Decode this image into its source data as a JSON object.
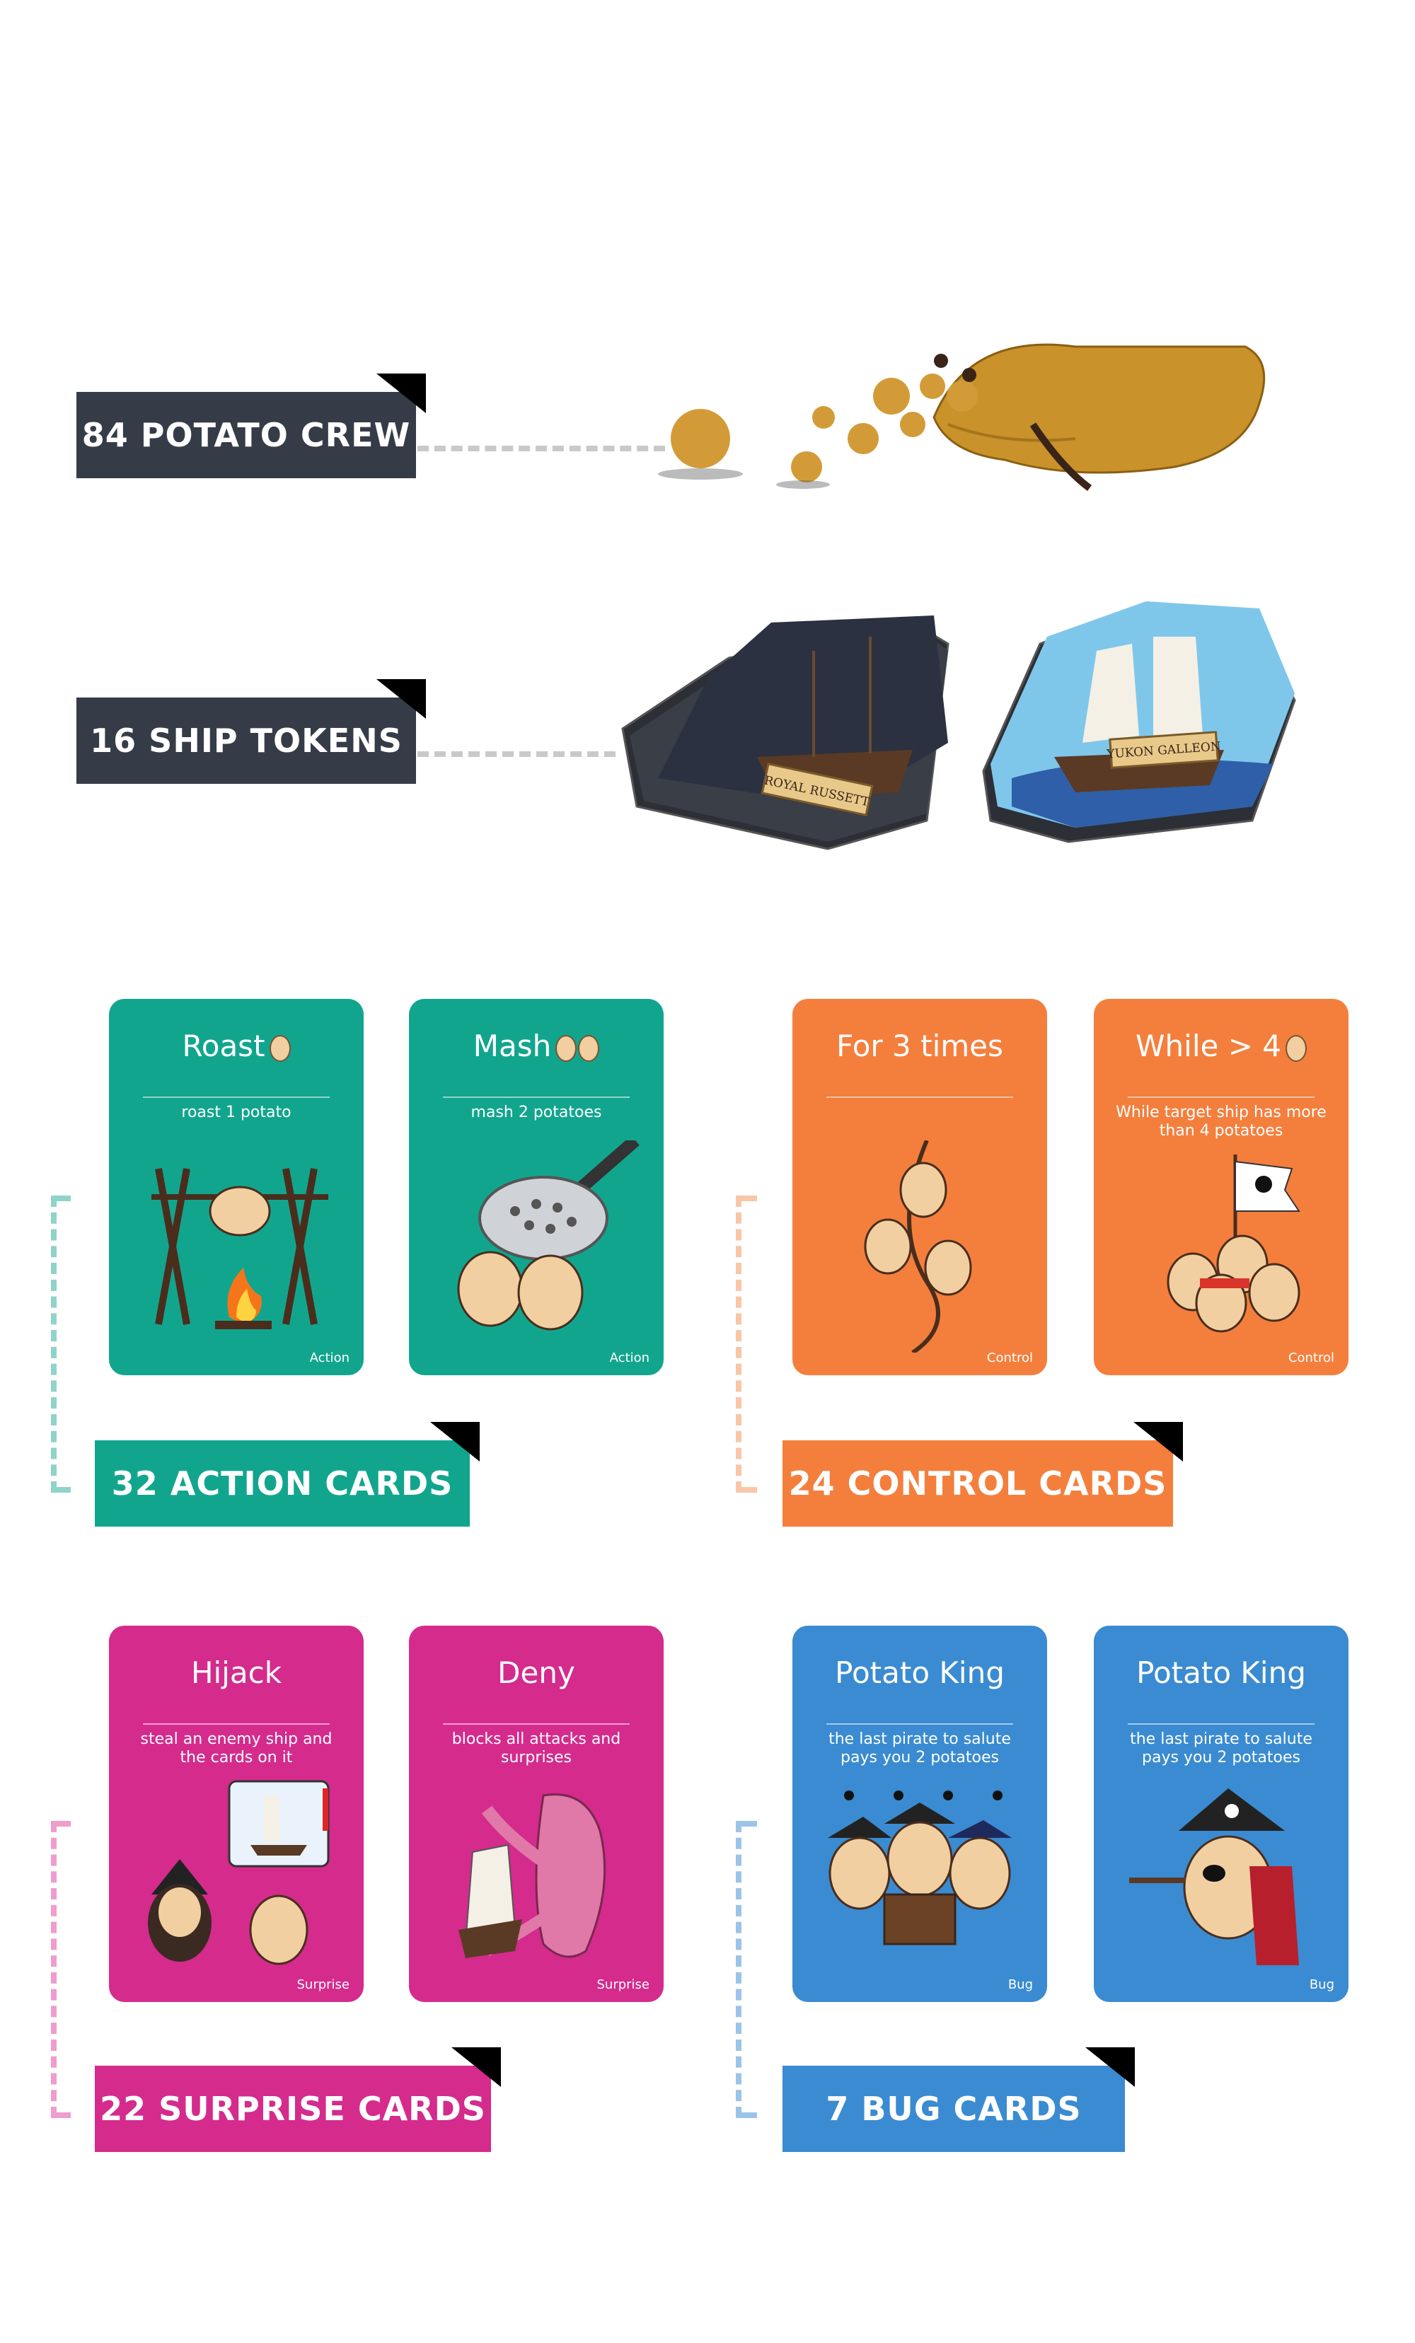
{
  "colors": {
    "dark": "#363c47",
    "action": "#12a58e",
    "control": "#f47f3d",
    "surprise": "#d42b8d",
    "bug": "#3a8bd1"
  },
  "components": {
    "crew": {
      "label": "84 POTATO CREW"
    },
    "ships": {
      "label": "16 SHIP TOKENS",
      "ship1_name": "ROYAL RUSSETT",
      "ship2_name": "YUKON GALLEON"
    }
  },
  "groups": {
    "action": {
      "label": "32 ACTION CARDS",
      "cards": [
        {
          "title": "Roast",
          "desc": "roast 1 potato",
          "type": "Action"
        },
        {
          "title": "Mash",
          "desc": "mash 2 potatoes",
          "type": "Action"
        }
      ]
    },
    "control": {
      "label": "24 CONTROL CARDS",
      "cards": [
        {
          "title": "For 3 times",
          "desc": "",
          "type": "Control"
        },
        {
          "title": "While > 4",
          "desc": "While target ship has more than 4 potatoes",
          "type": "Control"
        }
      ]
    },
    "surprise": {
      "label": "22 SURPRISE CARDS",
      "cards": [
        {
          "title": "Hijack",
          "desc": "steal an enemy ship and the cards on it",
          "type": "Surprise"
        },
        {
          "title": "Deny",
          "desc": "blocks all attacks and surprises",
          "type": "Surprise"
        }
      ]
    },
    "bug": {
      "label": "7 BUG CARDS",
      "cards": [
        {
          "title": "Potato King",
          "desc": "the last pirate to salute pays you 2 potatoes",
          "type": "Bug"
        },
        {
          "title": "Potato King",
          "desc": "the last pirate to salute pays you 2 potatoes",
          "type": "Bug"
        }
      ]
    }
  }
}
